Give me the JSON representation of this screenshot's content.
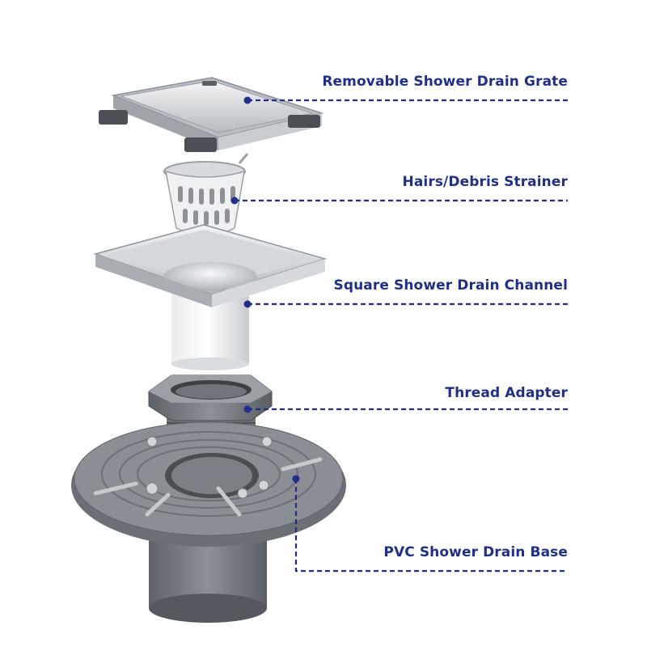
{
  "colors": {
    "accent": "#1f2f8a",
    "steel": "#c9cdd2",
    "pvc": "#7a7f86",
    "background": "#ffffff"
  },
  "callouts": [
    {
      "id": "grate",
      "text": "Removable Shower Drain Grate"
    },
    {
      "id": "strainer",
      "text": "Hairs/Debris Strainer"
    },
    {
      "id": "channel",
      "text": "Square Shower Drain Channel"
    },
    {
      "id": "adapter",
      "text": "Thread Adapter"
    },
    {
      "id": "base",
      "text": "PVC Shower Drain Base"
    }
  ]
}
